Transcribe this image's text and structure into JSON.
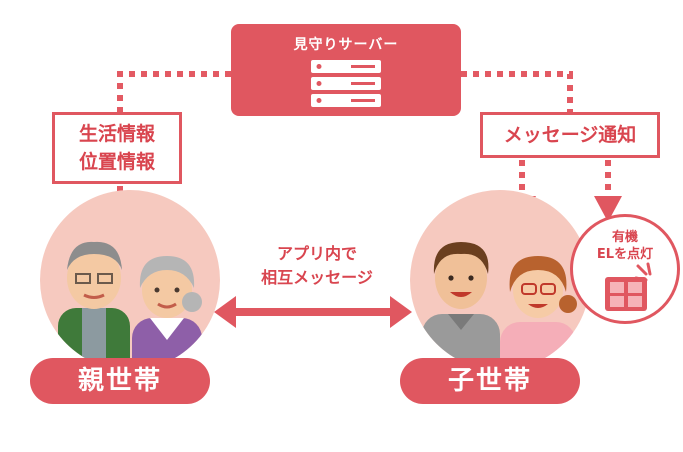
{
  "server": {
    "title": "見守りサーバー",
    "icon": "server-icon"
  },
  "labels": {
    "left_line1": "生活情報",
    "left_line2": "位置情報",
    "right": "メッセージ通知"
  },
  "message": {
    "line1": "アプリ内で",
    "line2": "相互メッセージ"
  },
  "families": {
    "parent": "親世帯",
    "child": "子世帯"
  },
  "oled": {
    "line1": "有機",
    "line2": "ELを点灯",
    "icon": "oled-panel-icon"
  },
  "colors": {
    "accent": "#e05760",
    "label_text": "#d9454f",
    "circle": "#f6c9bf",
    "dots": "#e35a63"
  }
}
